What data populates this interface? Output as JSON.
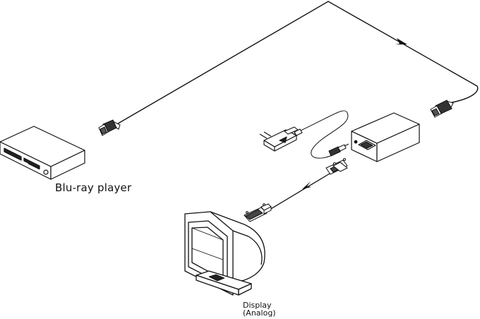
{
  "labels": {
    "player": "Blu-ray player",
    "display_line1": "Display",
    "display_line2": "(Analog)"
  },
  "icons": {
    "source": "blu-ray-player-icon",
    "converter": "converter-box-icon",
    "power": "power-adapter-icon",
    "monitor": "crt-monitor-icon"
  }
}
